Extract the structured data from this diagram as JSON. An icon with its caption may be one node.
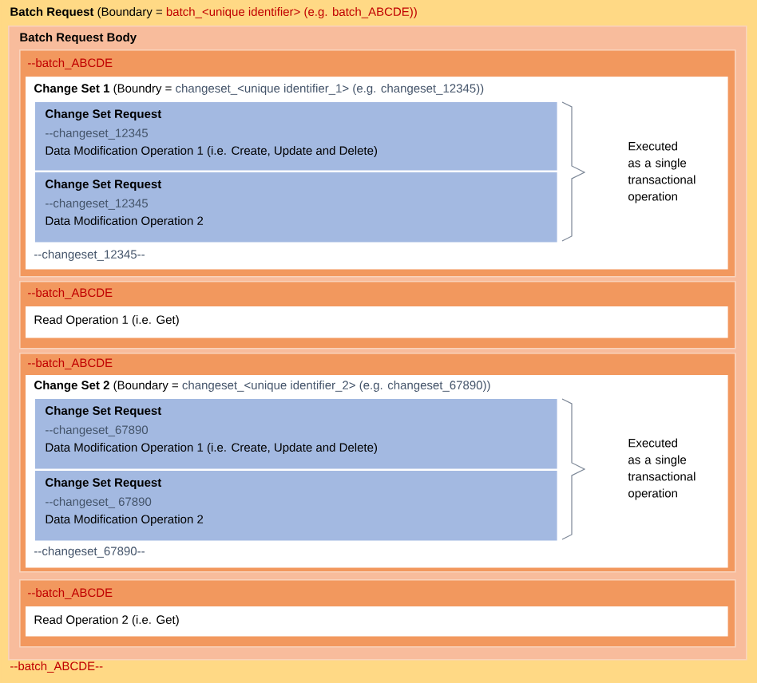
{
  "diagram": {
    "nodes": [
      {
        "text": [
          "Batch Request",
          "(Boundary =",
          "batch_<unique identifier> (e.g. batch_ABCDE))",
          "--batch_ABCDE--"
        ]
      },
      {
        "text": [
          "Batch Request Body"
        ],
        "in": 0
      },
      {
        "text": [
          "--batch_ABCDE"
        ],
        "in": 1
      },
      {
        "text": [
          "Change Set 1",
          "(Boundry =",
          "changeset_<unique identifier_1> (e.g. changeset_12345))",
          "--changeset_12345--"
        ],
        "in": 2
      },
      {
        "text": [
          "Change Set Request",
          "--changeset_12345",
          "Data Modification Operation 1 (i.e. Create, Update and Delete)"
        ],
        "in": 3
      },
      {
        "text": [
          "Change Set Request",
          "--changeset_12345",
          "Data Modification Operation 2"
        ],
        "in": 3
      },
      {
        "text": [
          "--batch_ABCDE"
        ],
        "in": 1
      },
      {
        "text": [
          "Read Operation 1 (i.e. Get)"
        ],
        "in": 6
      },
      {
        "text": [
          "--batch_ABCDE"
        ],
        "in": 1
      },
      {
        "text": [
          "Change Set 2",
          "(Boundary =",
          "changeset_<unique identifier_2> (e.g. changeset_67890))",
          "--changeset_67890--"
        ],
        "in": 8
      },
      {
        "text": [
          "Change Set Request",
          "--changeset_67890",
          "Data Modification Operation 1 (i.e. Create, Update and Delete)"
        ],
        "in": 9
      },
      {
        "text": [
          "Change Set Request",
          "--changeset_ 67890",
          "Data Modification Operation 2"
        ],
        "in": 9
      },
      {
        "text": [
          "--batch_ABCDE"
        ],
        "in": 1
      },
      {
        "text": [
          "Read Operation 2 (i.e. Get)"
        ],
        "in": 12
      }
    ],
    "labels": [
      "Executed as a single transactional operation",
      "Executed as a single transactional operation"
    ]
  }
}
